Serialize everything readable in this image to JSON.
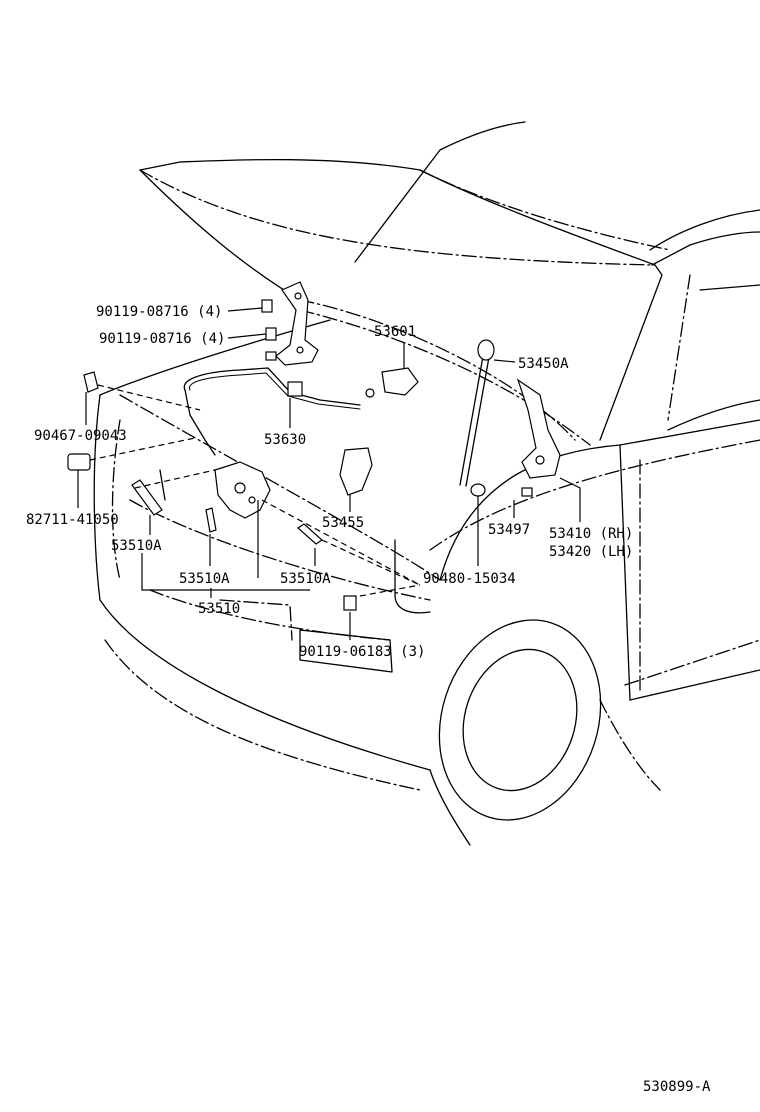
{
  "labels": {
    "l90119a": "90119-08716 (4)",
    "l90119b": "90119-08716 (4)",
    "l53601": "53601",
    "l53450a": "53450A",
    "l90467": "90467-09043",
    "l53630": "53630",
    "l82711": "82711-41050",
    "l53455": "53455",
    "l53497": "53497",
    "l53410": "53410 (RH)",
    "l53420": "53420 (LH)",
    "l53510a1": "53510A",
    "l53510a2": "53510A",
    "l53510a3": "53510A",
    "l90480": "90480-15034",
    "l53510": "53510",
    "l90119c": "90119-06183 (3)",
    "code": "530899-A"
  }
}
